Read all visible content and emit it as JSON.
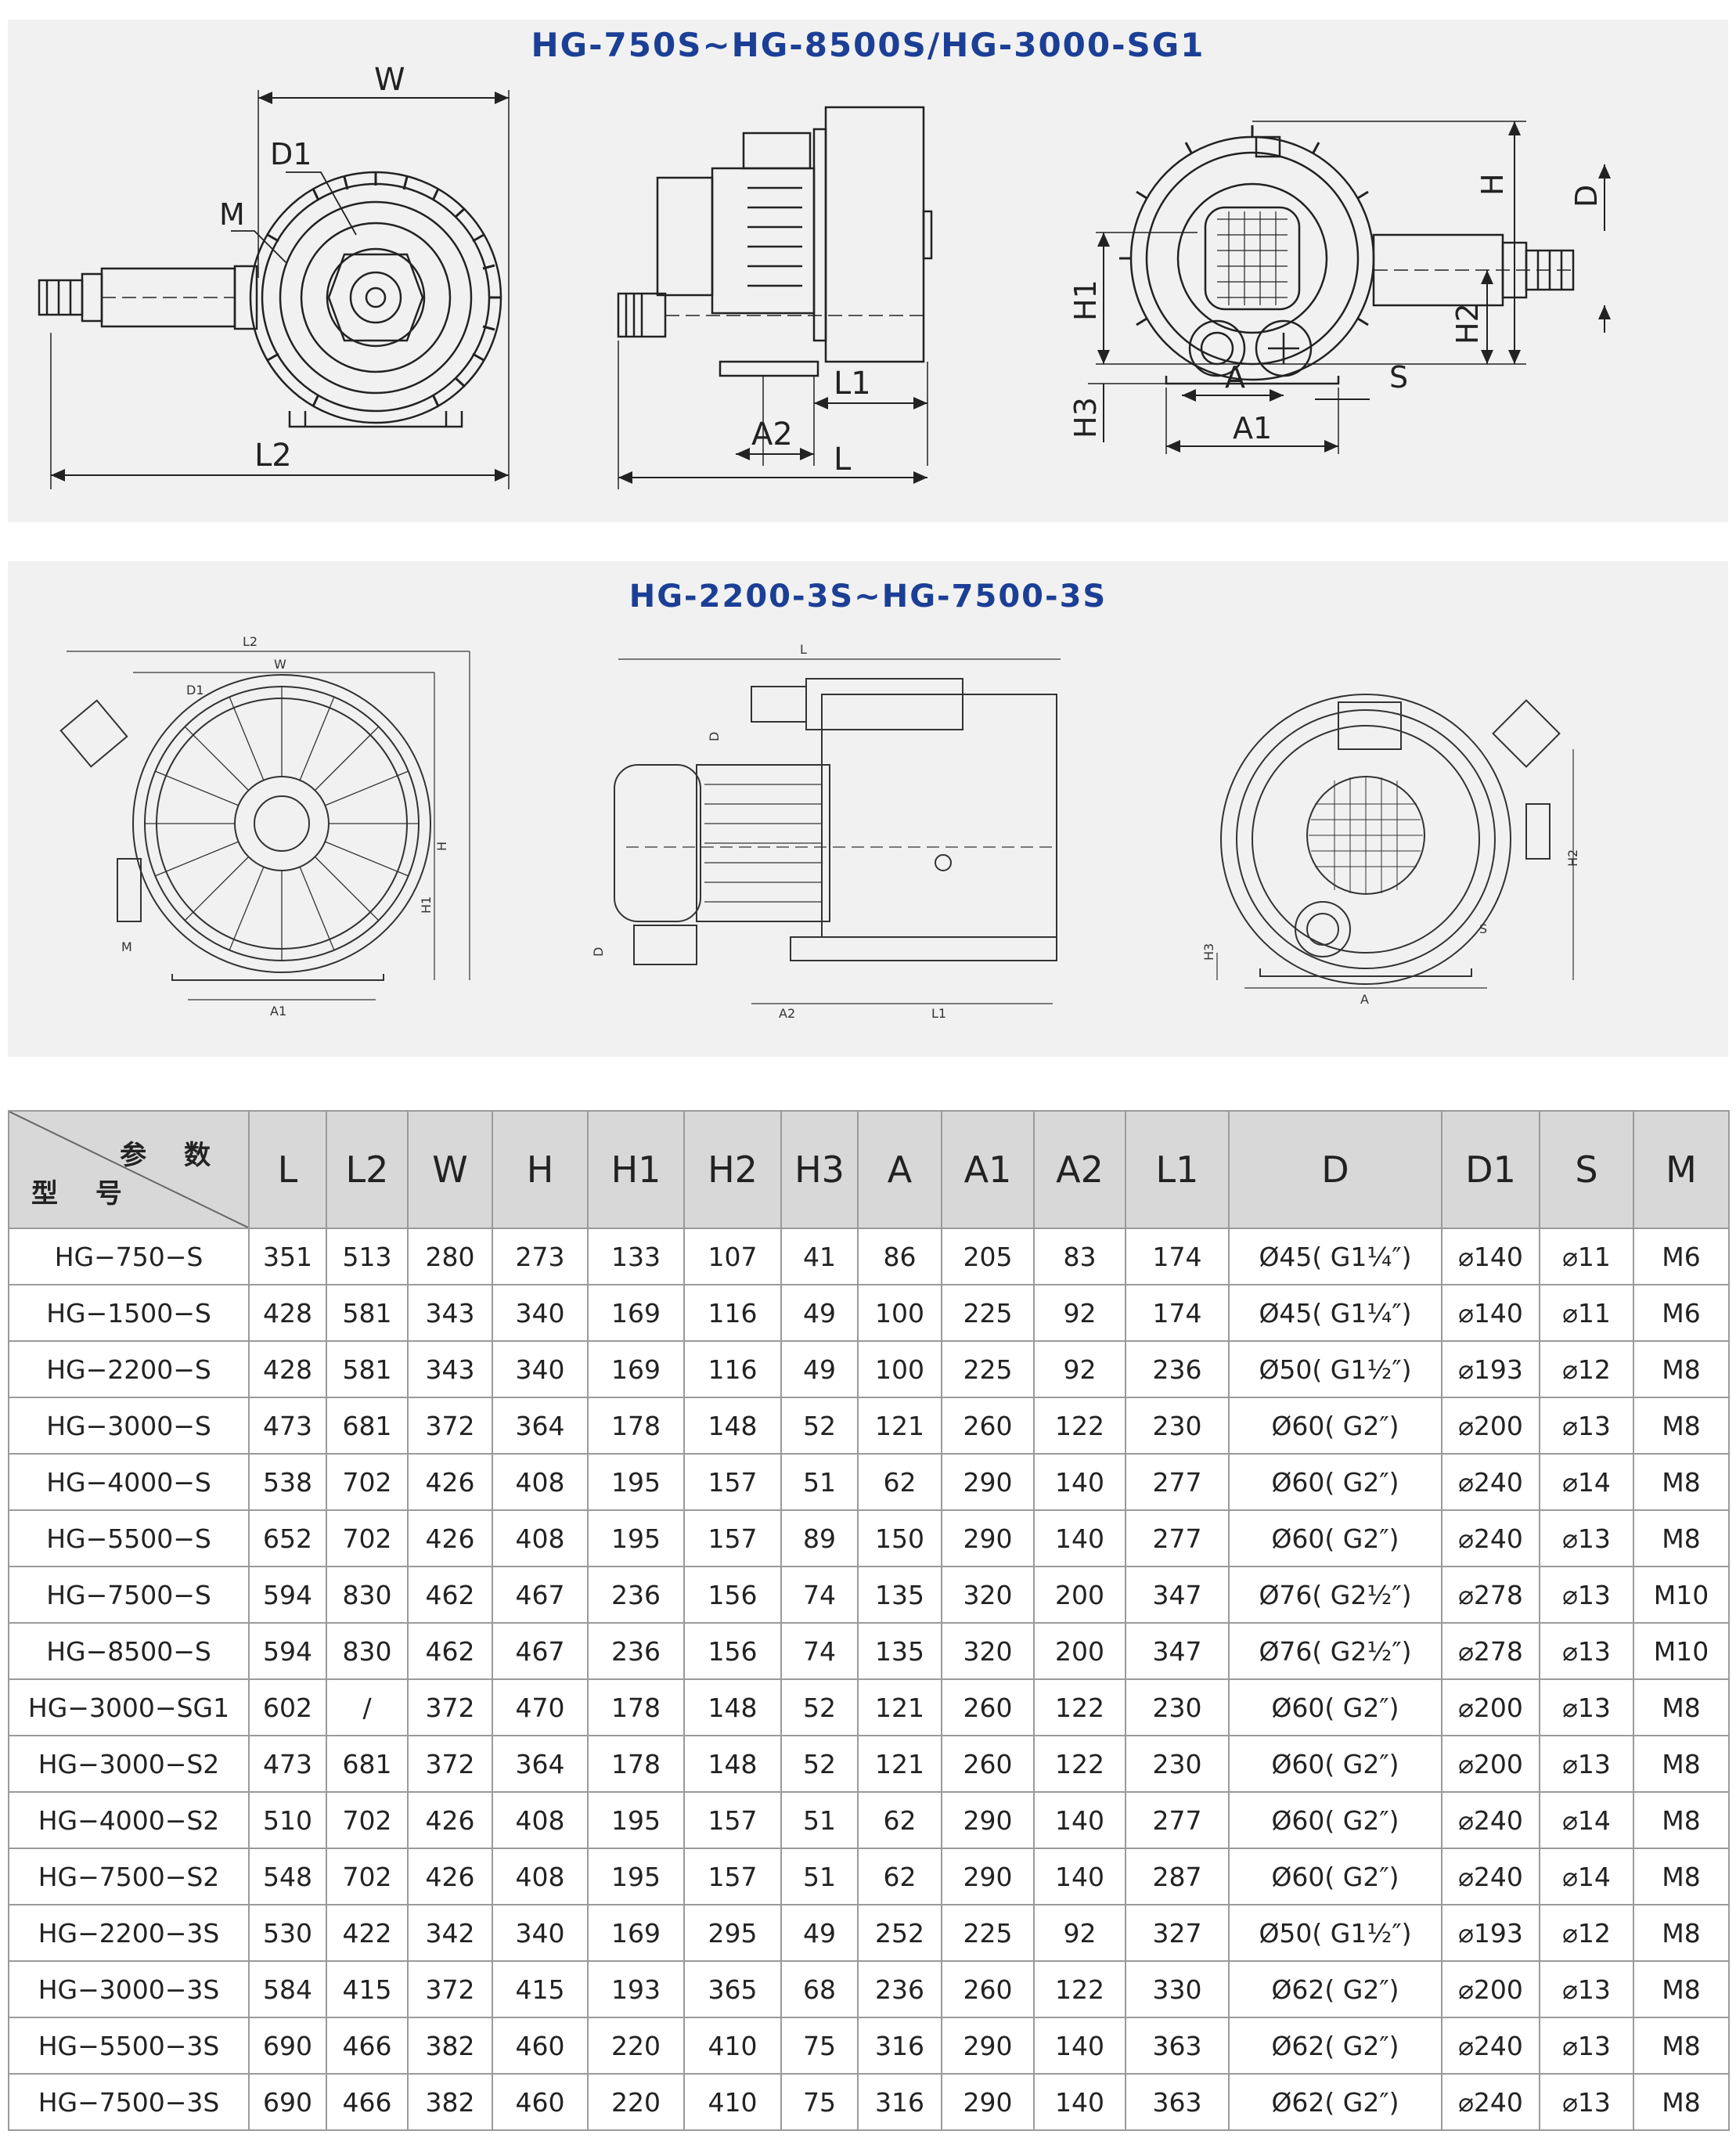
{
  "diagrams": {
    "top_title": "HG-750S~HG-8500S/HG-3000-SG1",
    "bottom_title": "HG-2200-3S~HG-7500-3S",
    "top_labels": {
      "W": "W",
      "D1": "D1",
      "M": "M",
      "L2": "L2",
      "L1": "L1",
      "A2": "A2",
      "L": "L",
      "H": "H",
      "D": "D",
      "H1": "H1",
      "H2": "H2",
      "H3": "H3",
      "A": "A",
      "A1": "A1",
      "S": "S"
    },
    "bottom_labels": {
      "L2": "L2",
      "W": "W",
      "D1": "D1",
      "H": "H",
      "H1": "H1",
      "M": "M",
      "A1": "A1",
      "L": "L",
      "D_top": "D",
      "D_bottom": "D",
      "A2": "A2",
      "L1": "L1",
      "H2": "H2",
      "H3": "H3",
      "S": "S",
      "A": "A"
    }
  },
  "table": {
    "corner_top": "参 数",
    "corner_bottom": "型 号",
    "columns": [
      "L",
      "L2",
      "W",
      "H",
      "H1",
      "H2",
      "H3",
      "A",
      "A1",
      "A2",
      "L1",
      "D",
      "D1",
      "S",
      "M"
    ],
    "rows": [
      {
        "model": "HG−750−S",
        "cells": [
          "351",
          "513",
          "280",
          "273",
          "133",
          "107",
          "41",
          "86",
          "205",
          "83",
          "174",
          "Ø45( G1¼″)",
          "⌀140",
          "⌀11",
          "M6"
        ]
      },
      {
        "model": "HG−1500−S",
        "cells": [
          "428",
          "581",
          "343",
          "340",
          "169",
          "116",
          "49",
          "100",
          "225",
          "92",
          "174",
          "Ø45( G1¼″)",
          "⌀140",
          "⌀11",
          "M6"
        ]
      },
      {
        "model": "HG−2200−S",
        "cells": [
          "428",
          "581",
          "343",
          "340",
          "169",
          "116",
          "49",
          "100",
          "225",
          "92",
          "236",
          "Ø50( G1½″)",
          "⌀193",
          "⌀12",
          "M8"
        ]
      },
      {
        "model": "HG−3000−S",
        "cells": [
          "473",
          "681",
          "372",
          "364",
          "178",
          "148",
          "52",
          "121",
          "260",
          "122",
          "230",
          "Ø60( G2″)",
          "⌀200",
          "⌀13",
          "M8"
        ]
      },
      {
        "model": "HG−4000−S",
        "cells": [
          "538",
          "702",
          "426",
          "408",
          "195",
          "157",
          "51",
          "62",
          "290",
          "140",
          "277",
          "Ø60( G2″)",
          "⌀240",
          "⌀14",
          "M8"
        ]
      },
      {
        "model": "HG−5500−S",
        "cells": [
          "652",
          "702",
          "426",
          "408",
          "195",
          "157",
          "89",
          "150",
          "290",
          "140",
          "277",
          "Ø60( G2″)",
          "⌀240",
          "⌀13",
          "M8"
        ]
      },
      {
        "model": "HG−7500−S",
        "cells": [
          "594",
          "830",
          "462",
          "467",
          "236",
          "156",
          "74",
          "135",
          "320",
          "200",
          "347",
          "Ø76( G2½″)",
          "⌀278",
          "⌀13",
          "M10"
        ]
      },
      {
        "model": "HG−8500−S",
        "cells": [
          "594",
          "830",
          "462",
          "467",
          "236",
          "156",
          "74",
          "135",
          "320",
          "200",
          "347",
          "Ø76( G2½″)",
          "⌀278",
          "⌀13",
          "M10"
        ]
      },
      {
        "model": "HG−3000−SG1",
        "cells": [
          "602",
          "/",
          "372",
          "470",
          "178",
          "148",
          "52",
          "121",
          "260",
          "122",
          "230",
          "Ø60( G2″)",
          "⌀200",
          "⌀13",
          "M8"
        ]
      },
      {
        "model": "HG−3000−S2",
        "cells": [
          "473",
          "681",
          "372",
          "364",
          "178",
          "148",
          "52",
          "121",
          "260",
          "122",
          "230",
          "Ø60( G2″)",
          "⌀200",
          "⌀13",
          "M8"
        ]
      },
      {
        "model": "HG−4000−S2",
        "cells": [
          "510",
          "702",
          "426",
          "408",
          "195",
          "157",
          "51",
          "62",
          "290",
          "140",
          "277",
          "Ø60( G2″)",
          "⌀240",
          "⌀14",
          "M8"
        ]
      },
      {
        "model": "HG−7500−S2",
        "cells": [
          "548",
          "702",
          "426",
          "408",
          "195",
          "157",
          "51",
          "62",
          "290",
          "140",
          "287",
          "Ø60( G2″)",
          "⌀240",
          "⌀14",
          "M8"
        ]
      },
      {
        "model": "HG−2200−3S",
        "cells": [
          "530",
          "422",
          "342",
          "340",
          "169",
          "295",
          "49",
          "252",
          "225",
          "92",
          "327",
          "Ø50( G1½″)",
          "⌀193",
          "⌀12",
          "M8"
        ]
      },
      {
        "model": "HG−3000−3S",
        "cells": [
          "584",
          "415",
          "372",
          "415",
          "193",
          "365",
          "68",
          "236",
          "260",
          "122",
          "330",
          "Ø62( G2″)",
          "⌀200",
          "⌀13",
          "M8"
        ]
      },
      {
        "model": "HG−5500−3S",
        "cells": [
          "690",
          "466",
          "382",
          "460",
          "220",
          "410",
          "75",
          "316",
          "290",
          "140",
          "363",
          "Ø62( G2″)",
          "⌀240",
          "⌀13",
          "M8"
        ]
      },
      {
        "model": "HG−7500−3S",
        "cells": [
          "690",
          "466",
          "382",
          "460",
          "220",
          "410",
          "75",
          "316",
          "290",
          "140",
          "363",
          "Ø62( G2″)",
          "⌀240",
          "⌀13",
          "M8"
        ]
      }
    ]
  }
}
